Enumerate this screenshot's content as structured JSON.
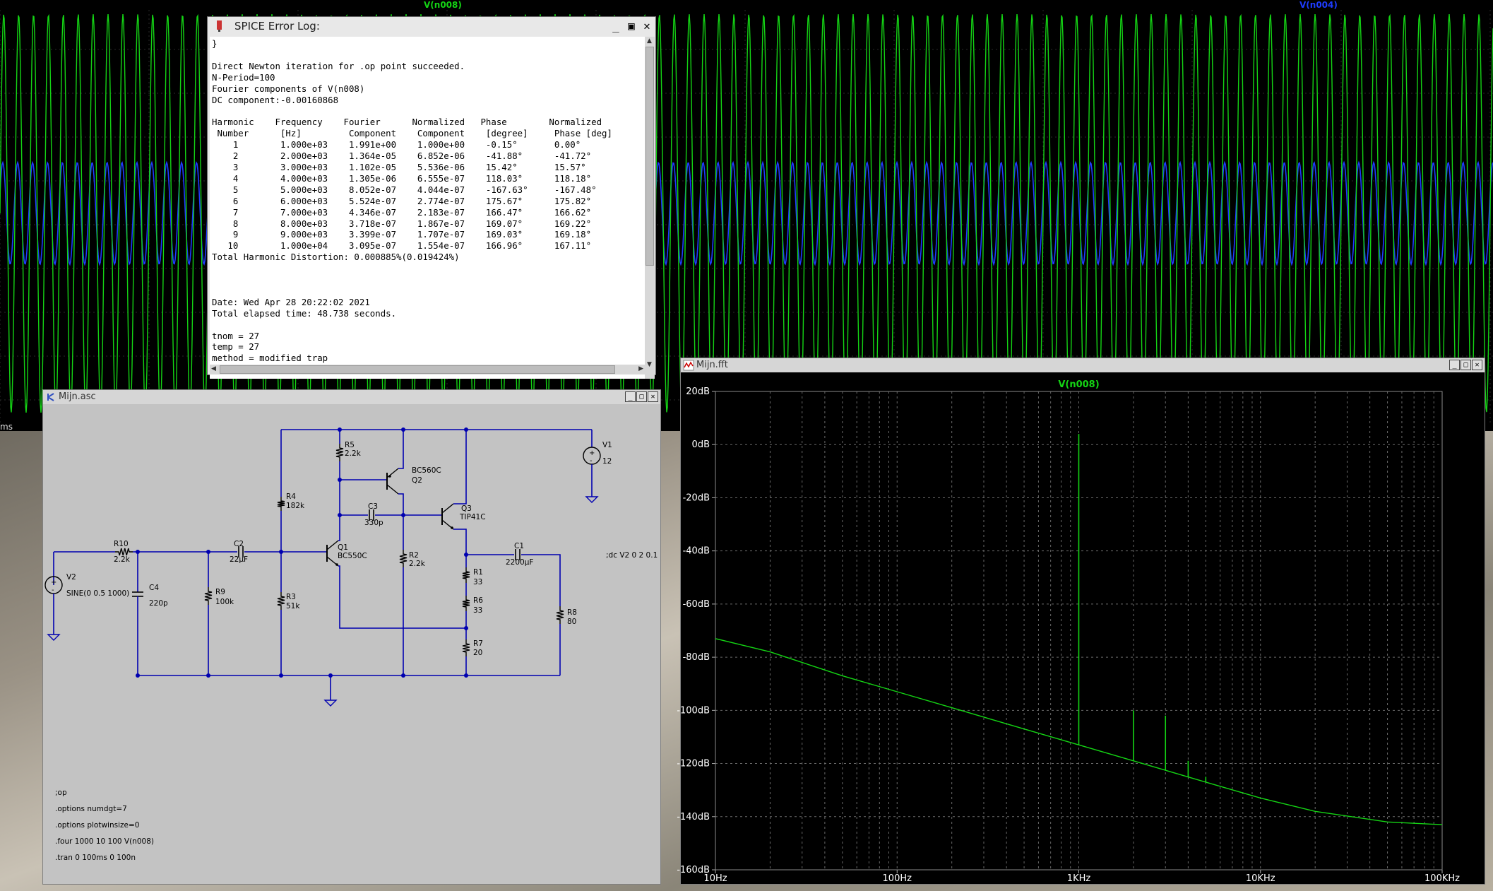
{
  "transient": {
    "trace_green_name": "V(n008)",
    "trace_blue_name": "V(n004)",
    "colors": {
      "green": "#14d414",
      "blue": "#1e3cff",
      "bg": "#000000"
    },
    "xaxis_unit_fragment": "ms"
  },
  "log": {
    "title": "SPICE Error Log:",
    "icon": "ltspice-icon",
    "lines": [
      "}",
      "",
      "Direct Newton iteration for .op point succeeded.",
      "N-Period=100",
      "Fourier components of V(n008)",
      "DC component:-0.00160868",
      "",
      "Harmonic    Frequency    Fourier      Normalized   Phase        Normalized",
      " Number      [Hz]         Component    Component    [degree]     Phase [deg]",
      "    1        1.000e+03    1.991e+00    1.000e+00    -0.15°       0.00°",
      "    2        2.000e+03    1.364e-05    6.852e-06    -41.88°      -41.72°",
      "    3        3.000e+03    1.102e-05    5.536e-06    15.42°       15.57°",
      "    4        4.000e+03    1.305e-06    6.555e-07    118.03°      118.18°",
      "    5        5.000e+03    8.052e-07    4.044e-07    -167.63°     -167.48°",
      "    6        6.000e+03    5.524e-07    2.774e-07    175.67°      175.82°",
      "    7        7.000e+03    4.346e-07    2.183e-07    166.47°      166.62°",
      "    8        8.000e+03    3.718e-07    1.867e-07    169.07°      169.22°",
      "    9        9.000e+03    3.399e-07    1.707e-07    169.03°      169.18°",
      "   10        1.000e+04    3.095e-07    1.554e-07    166.96°      167.11°",
      "Total Harmonic Distortion: 0.000885%(0.019424%)",
      "",
      "",
      "",
      "Date: Wed Apr 28 20:22:02 2021",
      "Total elapsed time: 48.738 seconds.",
      "",
      "tnom = 27",
      "temp = 27",
      "method = modified trap"
    ]
  },
  "schematic": {
    "title": "Mijn.asc",
    "labels": {
      "R5": "R5",
      "R5v": "2.2k",
      "BC560C": "BC560C",
      "Q2": "Q2",
      "V1": "V1",
      "V1v": "12",
      "R4": "R4",
      "R4v": "182k",
      "C3": "C3",
      "C3v": "330p",
      "Q3": "Q3",
      "TIP41C": "TIP41C",
      "R10": "R10",
      "R10v": "2.2k",
      "C2": "C2",
      "C2v": "22µF",
      "Q1": "Q1",
      "BC550C": "BC550C",
      "R2": "R2",
      "R2v": "2.2k",
      "C1": "C1",
      "C1v": "2200µF",
      "dc": ";dc V2 0 2 0.1",
      "V2": "V2",
      "V2v": "SINE(0 0.5 1000)",
      "C4": "C4",
      "C4v": "220p",
      "R9": "R9",
      "R9v": "100k",
      "R3": "R3",
      "R3v": "51k",
      "R1": "R1",
      "R1v": "33",
      "R6": "R6",
      "R6v": "33",
      "R8": "R8",
      "R8v": "80",
      "R7": "R7",
      "R7v": "20"
    },
    "directives": [
      ";op",
      ".options numdgt=7",
      ".options plotwinsize=0",
      ".four 1000 10 100 V(n008)",
      ".tran 0 100ms 0 100n"
    ],
    "colors": {
      "wire": "#0000b0",
      "bg": "#c3c3c3"
    }
  },
  "fft": {
    "title": "Mijn.fft",
    "trace_name": "V(n008)",
    "color": "#14d414",
    "chart_data": {
      "type": "line",
      "xscale": "log",
      "xlim": [
        10,
        100000
      ],
      "ylim": [
        -160,
        20
      ],
      "yunit": "dB",
      "y_ticks": [
        "20dB",
        "0dB",
        "-20dB",
        "-40dB",
        "-60dB",
        "-80dB",
        "-100dB",
        "-120dB",
        "-140dB",
        "-160dB"
      ],
      "x_ticks": [
        "10Hz",
        "100Hz",
        "1KHz",
        "10KHz",
        "100KHz"
      ],
      "grid": true,
      "series": [
        {
          "name": "V(n008)",
          "noise_floor": [
            [
              10,
              -73
            ],
            [
              20,
              -78
            ],
            [
              50,
              -87
            ],
            [
              100,
              -93
            ],
            [
              200,
              -99
            ],
            [
              500,
              -107
            ],
            [
              1000,
              -113
            ],
            [
              2000,
              -119
            ],
            [
              5000,
              -127
            ],
            [
              10000,
              -133
            ],
            [
              20000,
              -138
            ],
            [
              50000,
              -142
            ],
            [
              100000,
              -143
            ]
          ],
          "peaks": [
            [
              1000,
              4
            ],
            [
              2000,
              -100
            ],
            [
              3000,
              -102
            ],
            [
              4000,
              -119
            ],
            [
              5000,
              -125
            ]
          ]
        }
      ]
    }
  }
}
